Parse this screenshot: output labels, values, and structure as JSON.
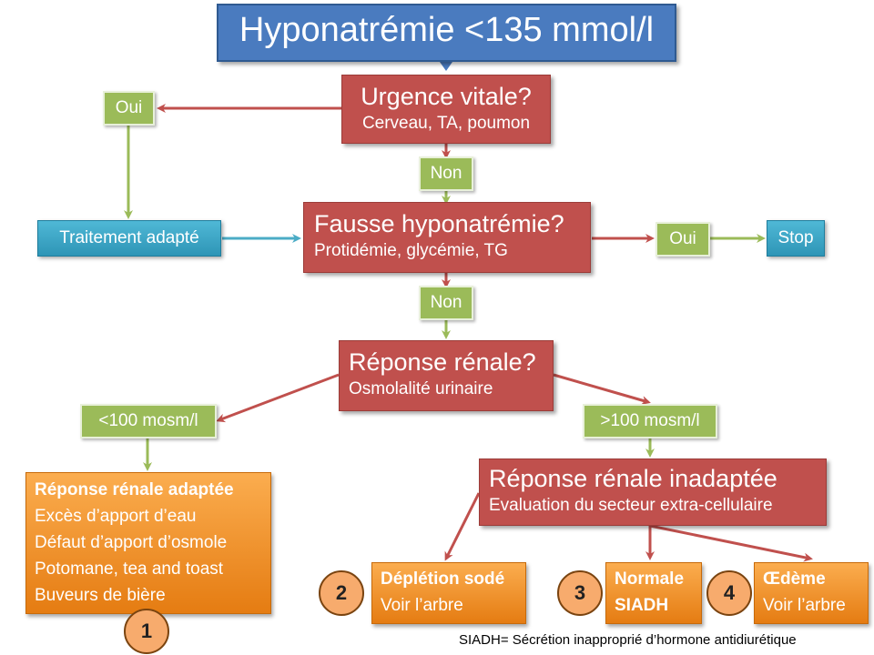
{
  "title": "Hyponatrémie <135 mmol/l",
  "urgence": {
    "title": "Urgence vitale?",
    "subtitle": "Cerveau, TA, poumon"
  },
  "urgence_oui": "Oui",
  "urgence_non": "Non",
  "traitement": "Traitement adapté",
  "fausse": {
    "title": "Fausse hyponatrémie?",
    "subtitle": "Protidémie, glycémie, TG"
  },
  "fausse_oui": "Oui",
  "stop": "Stop",
  "fausse_non": "Non",
  "reponse": {
    "title": "Réponse rénale?",
    "subtitle": "Osmolalité urinaire"
  },
  "low_osmo": "<100 mosm/l",
  "high_osmo": ">100 mosm/l",
  "adaptee": {
    "title": "Réponse rénale adaptée",
    "items": [
      "Excès d’apport d’eau",
      "Défaut d’apport d’osmole",
      "Potomane, tea and toast",
      "Buveurs de bière"
    ]
  },
  "inadaptee": {
    "title": "Réponse rénale inadaptée",
    "subtitle": "Evaluation du secteur extra-cellulaire"
  },
  "depletion": {
    "title": "Déplétion sodé",
    "subtitle": "Voir l’arbre"
  },
  "normale": {
    "title": "Normale",
    "subtitle": "SIADH"
  },
  "oedeme": {
    "title": "Œdème",
    "subtitle": "Voir l’arbre"
  },
  "circles": [
    "1",
    "2",
    "3",
    "4"
  ],
  "footnote": "SIADH= Sécrétion inapproprié d’hormone antidiurétique",
  "colors": {
    "title_blue": "#4a7bbf",
    "red": "#c0504d",
    "green": "#9bbb59",
    "cyan": "#31a0c4",
    "orange": "#f28f24"
  }
}
